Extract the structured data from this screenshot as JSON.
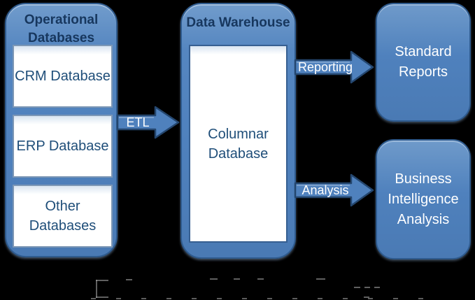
{
  "diagram": {
    "background_color": "#000000",
    "accent_fill": "#4f81bd",
    "accent_border": "#2f5b8e",
    "title_text_color": "#17375e",
    "node_text_color": "#ffffff",
    "inner_box_text_color": "#1f4e79",
    "operational": {
      "title": "Operational Databases",
      "items": [
        "CRM Database",
        "ERP Database",
        "Other Databases"
      ]
    },
    "etl_arrow": {
      "label": "ETL"
    },
    "warehouse": {
      "title": "Data Warehouse",
      "inner_label": "Columnar Database"
    },
    "reporting_arrow": {
      "label": "Reporting"
    },
    "analysis_arrow": {
      "label": "Analysis"
    },
    "outputs": [
      {
        "label": "Standard Reports"
      },
      {
        "label": "Business Intelligence Analysis"
      }
    ]
  }
}
